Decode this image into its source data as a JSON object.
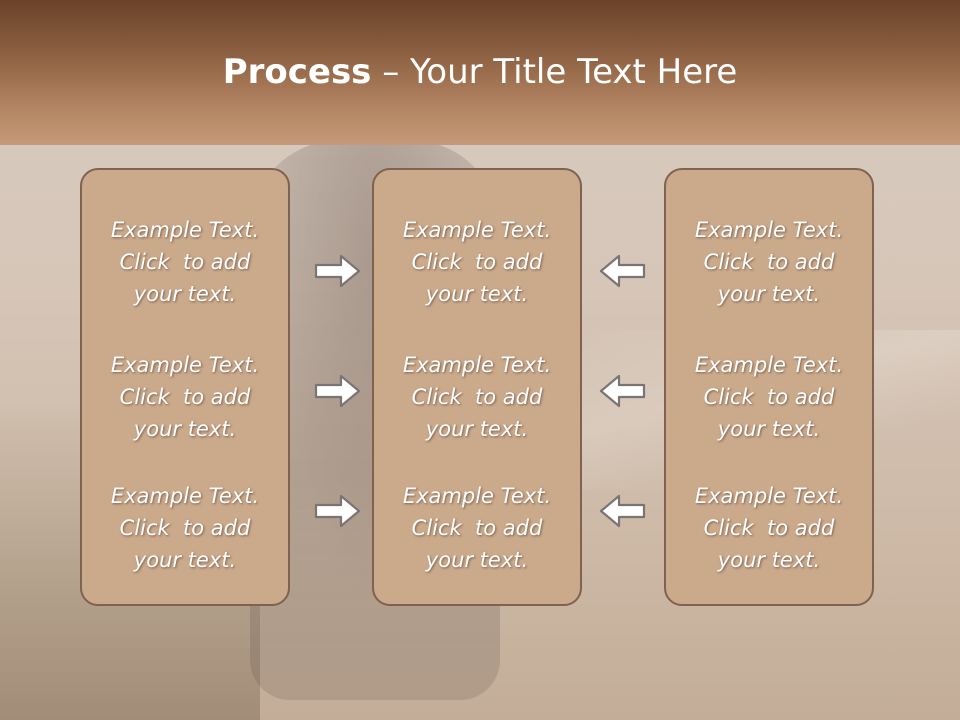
{
  "slide": {
    "title_bold": "Process",
    "title_rest": " – Your Title Text Here",
    "columns": [
      {
        "items": [
          {
            "line1": "Example Text.",
            "line2": "Click  to add",
            "line3": "your text."
          },
          {
            "line1": "Example Text.",
            "line2": "Click  to add",
            "line3": "your text."
          },
          {
            "line1": "Example Text.",
            "line2": "Click  to add",
            "line3": "your text."
          }
        ]
      },
      {
        "items": [
          {
            "line1": "Example Text.",
            "line2": "Click  to add",
            "line3": "your text."
          },
          {
            "line1": "Example Text.",
            "line2": "Click  to add",
            "line3": "your text."
          },
          {
            "line1": "Example Text.",
            "line2": "Click  to add",
            "line3": "your text."
          }
        ]
      },
      {
        "items": [
          {
            "line1": "Example Text.",
            "line2": "Click  to add",
            "line3": "your text."
          },
          {
            "line1": "Example Text.",
            "line2": "Click  to add",
            "line3": "your text."
          },
          {
            "line1": "Example Text.",
            "line2": "Click  to add",
            "line3": "your text."
          }
        ]
      }
    ],
    "arrows": {
      "left_group": "arrow-right-icon",
      "right_group": "arrow-left-icon"
    },
    "colors": {
      "header_dark": "#6b4329",
      "header_light": "#c59a78",
      "box_fill": "#cba98b",
      "box_border": "#7f6250",
      "text": "#ffffff"
    }
  }
}
